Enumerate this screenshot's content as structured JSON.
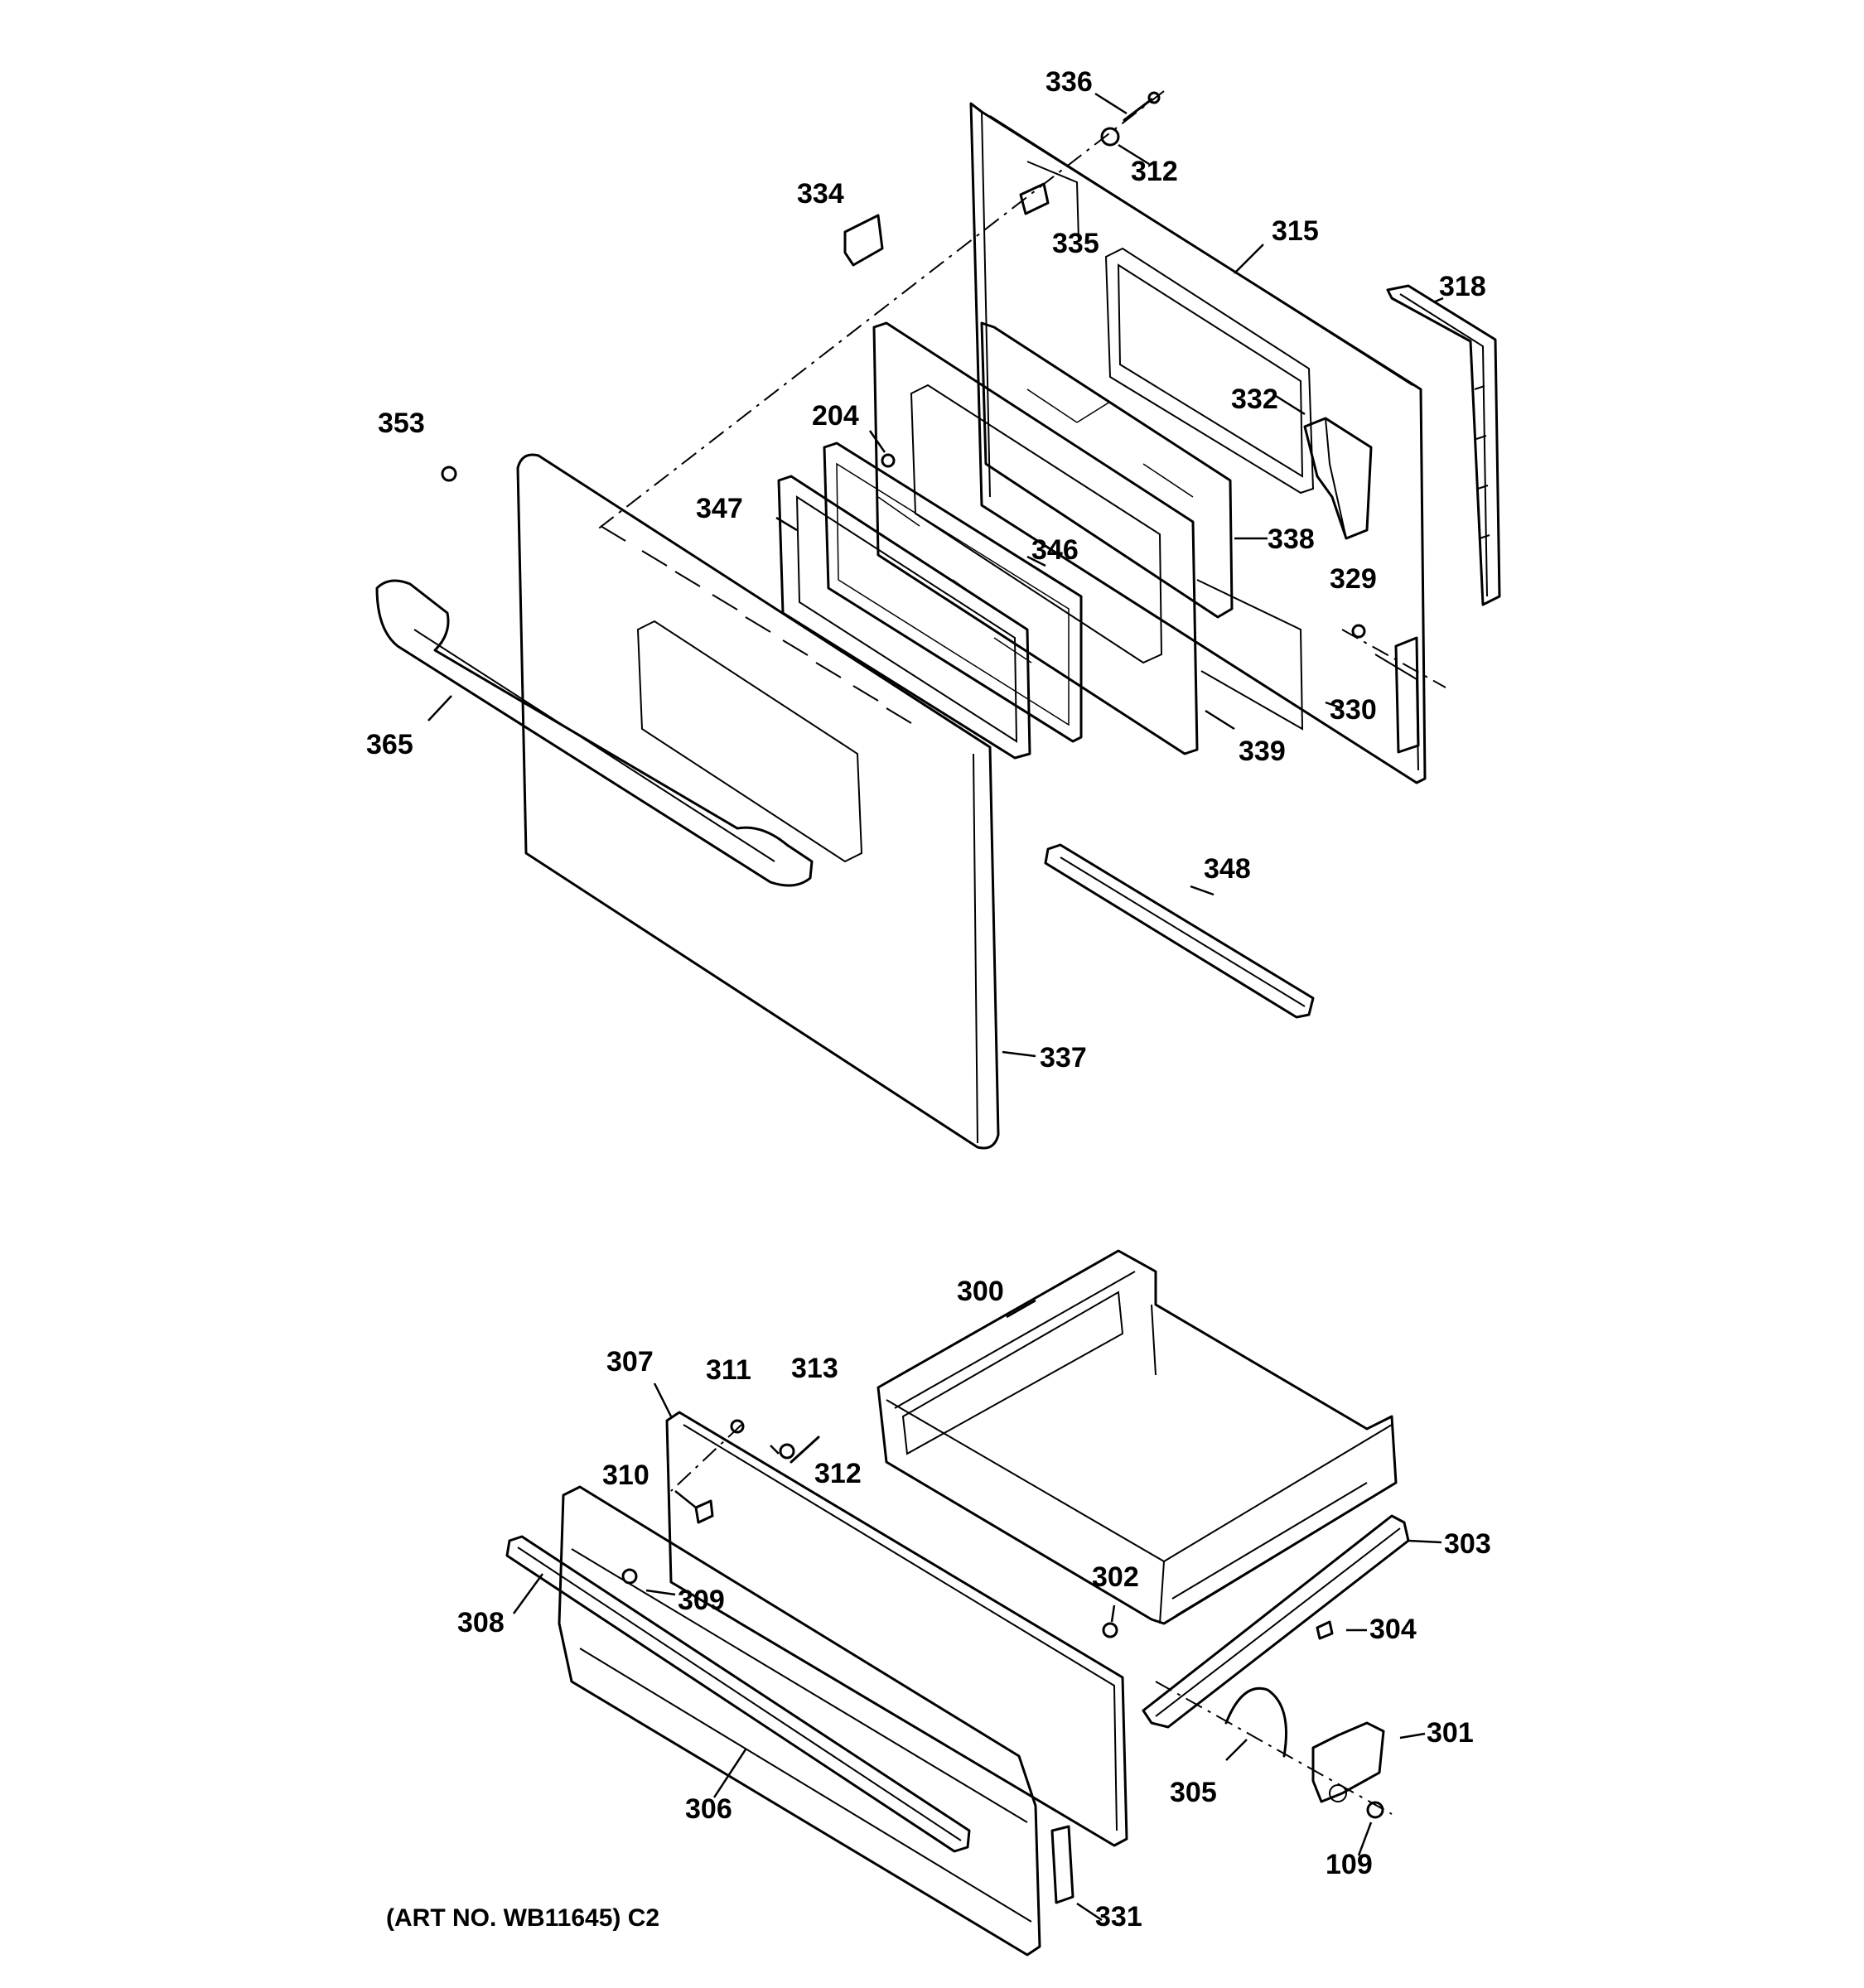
{
  "diagram": {
    "caption": "(ART NO. WB11645) C2",
    "labels": {
      "p336": "336",
      "p312a": "312",
      "p334": "334",
      "p335": "335",
      "p315": "315",
      "p318": "318",
      "p353": "353",
      "p204": "204",
      "p332": "332",
      "p347": "347",
      "p346": "346",
      "p338": "338",
      "p329": "329",
      "p330": "330",
      "p365": "365",
      "p339": "339",
      "p348": "348",
      "p337": "337",
      "p300": "300",
      "p307": "307",
      "p311": "311",
      "p313": "313",
      "p312b": "312",
      "p310": "310",
      "p303": "303",
      "p302": "302",
      "p304": "304",
      "p308": "308",
      "p309": "309",
      "p301": "301",
      "p305": "305",
      "p306": "306",
      "p109": "109",
      "p331": "331"
    }
  }
}
